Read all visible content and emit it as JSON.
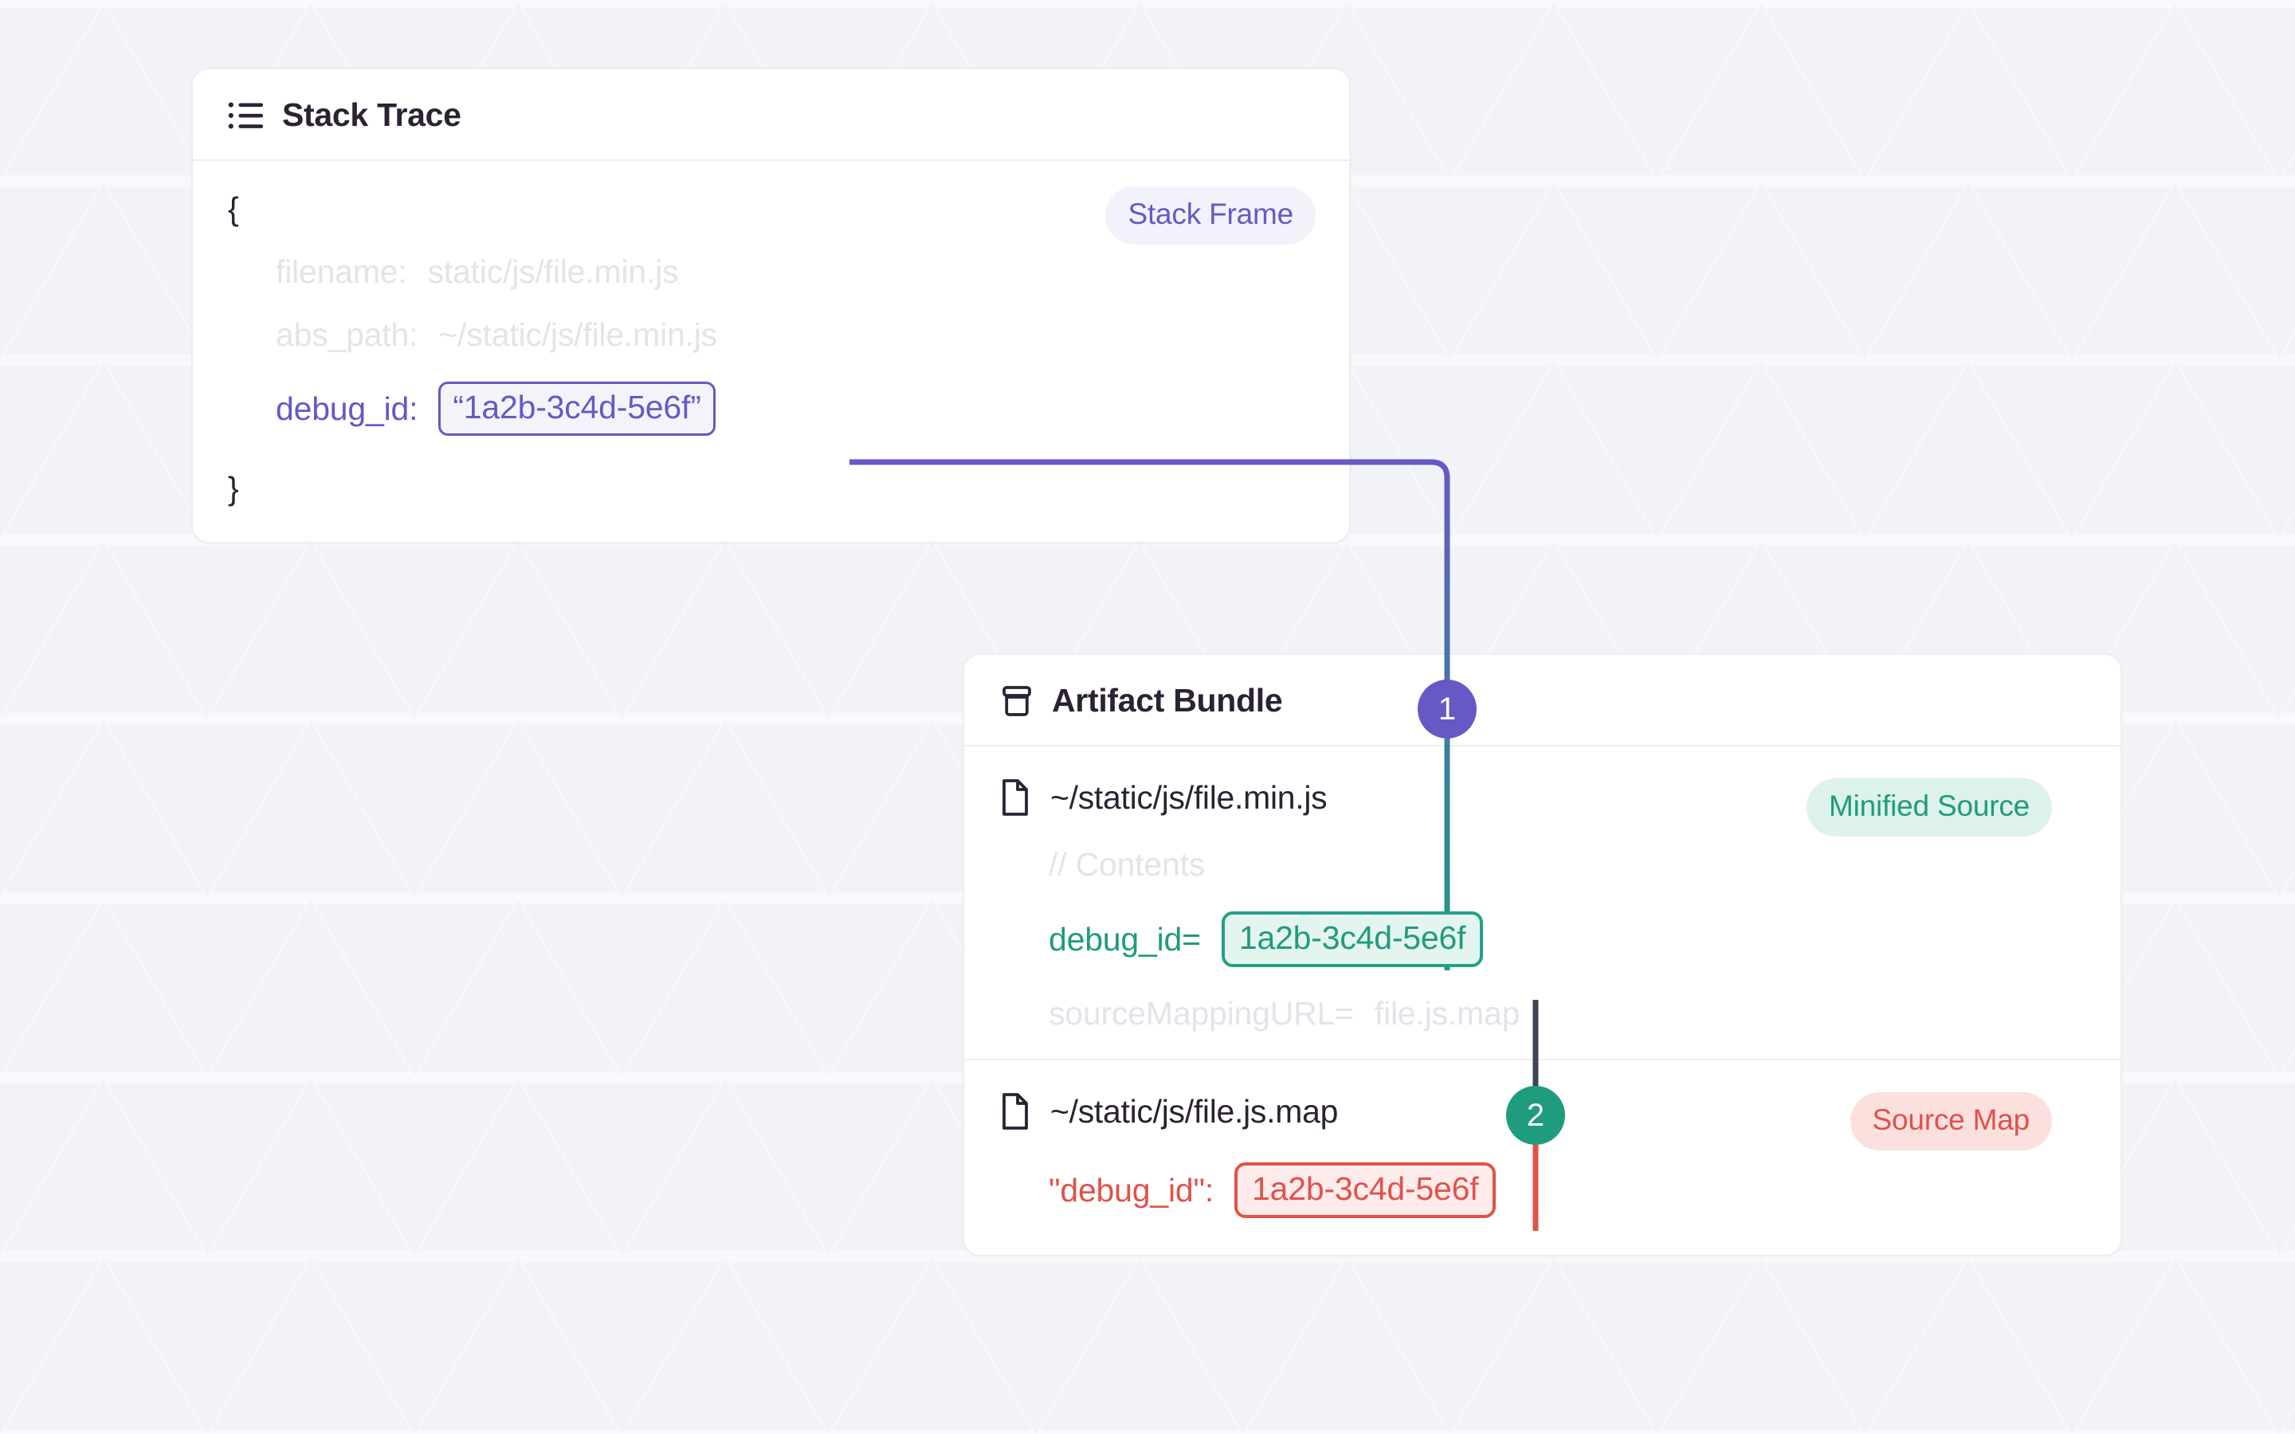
{
  "background": {
    "color": "#f8f9fb"
  },
  "colors": {
    "purple": "#6559c6",
    "teal": "#1f9b7e",
    "teal_border": "#23a188",
    "red": "#e0524b",
    "text": "#2b2233",
    "muted": "#e2e4ea",
    "card_border": "#eceef3"
  },
  "stack_trace_card": {
    "icon": "list-icon",
    "title": "Stack Trace",
    "badge": {
      "name": "stack-frame-badge",
      "label": "Stack Frame"
    },
    "open_brace": "{",
    "close_brace": "}",
    "fields": [
      {
        "key": "filename:",
        "value": "static/js/file.min.js",
        "style": "muted"
      },
      {
        "key": "abs_path:",
        "value": "~/static/js/file.min.js",
        "style": "muted"
      }
    ],
    "debug_id": {
      "key": "debug_id:",
      "value": "“1a2b-3c4d-5e6f”",
      "style": "purple-highlight"
    }
  },
  "artifact_bundle_card": {
    "icon": "archive-icon",
    "title": "Artifact Bundle",
    "files": [
      {
        "icon": "file-icon",
        "name": "~/static/js/file.min.js",
        "badge": {
          "name": "minified-source-badge",
          "label": "Minified Source"
        },
        "lines": [
          {
            "text": "// Contents",
            "style": "muted"
          },
          {
            "key": "debug_id=",
            "value": "1a2b-3c4d-5e6f",
            "style": "teal-highlight"
          },
          {
            "key": "sourceMappingURL=",
            "value": "file.js.map",
            "style": "muted"
          }
        ]
      },
      {
        "icon": "file-icon",
        "name": "~/static/js/file.js.map",
        "badge": {
          "name": "source-map-badge",
          "label": "Source Map"
        },
        "lines": [
          {
            "key": "\"debug_id\":",
            "value": "1a2b-3c4d-5e6f",
            "style": "red-highlight"
          }
        ]
      }
    ]
  },
  "steps": [
    {
      "number": "1",
      "color": "#6559c6",
      "name": "step-1-badge"
    },
    {
      "number": "2",
      "color": "#1f9b7e",
      "name": "step-2-badge"
    }
  ]
}
